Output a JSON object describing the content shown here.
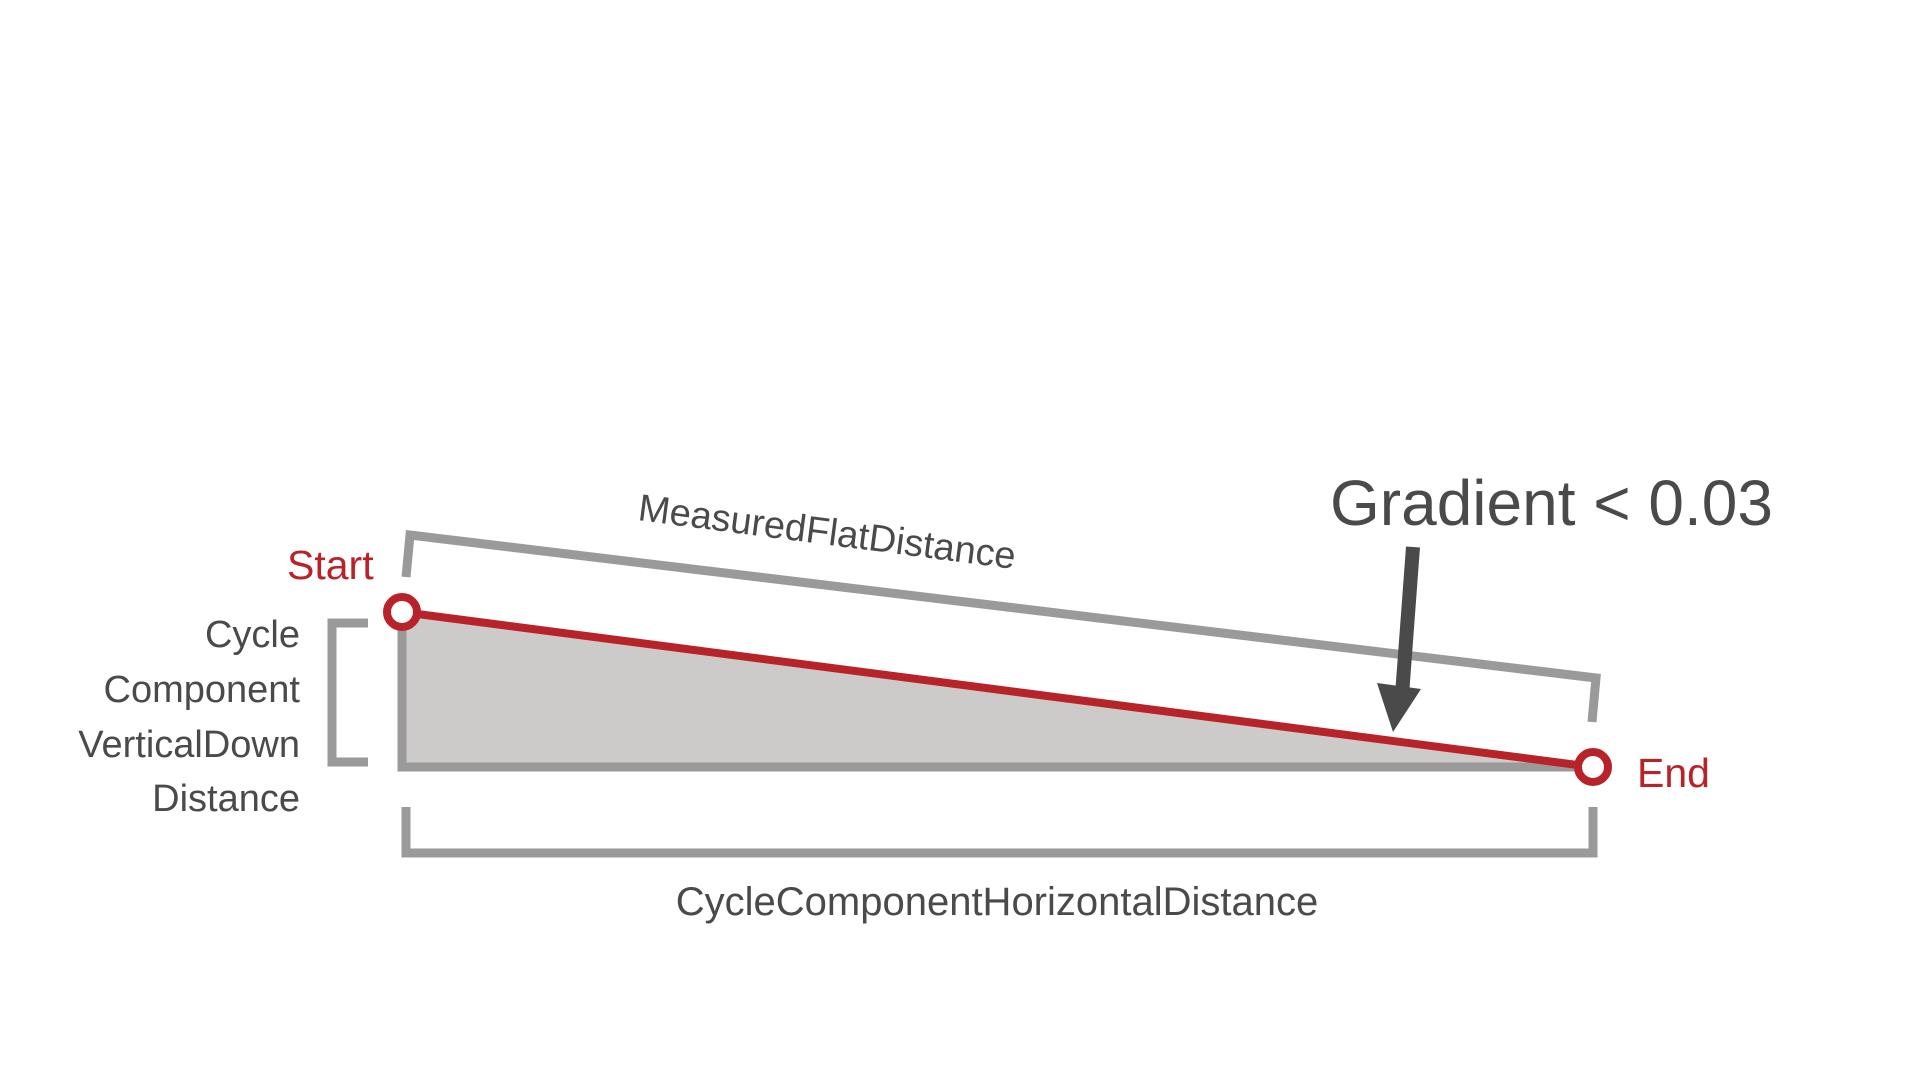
{
  "labels": {
    "start": "Start",
    "end": "End",
    "measured_flat_distance": "MeasuredFlatDistance",
    "horizontal_distance": "CycleComponentHorizontalDistance",
    "vertical_distance_lines": [
      "Cycle",
      "Component",
      "VerticalDown",
      "Distance"
    ],
    "gradient": "Gradient < 0.03"
  },
  "colors": {
    "red": "#b8232a",
    "gray": "#9a9a9a",
    "fill": "#cccbca",
    "text": "#4a4a4a",
    "arrow": "#4a4a4a"
  }
}
